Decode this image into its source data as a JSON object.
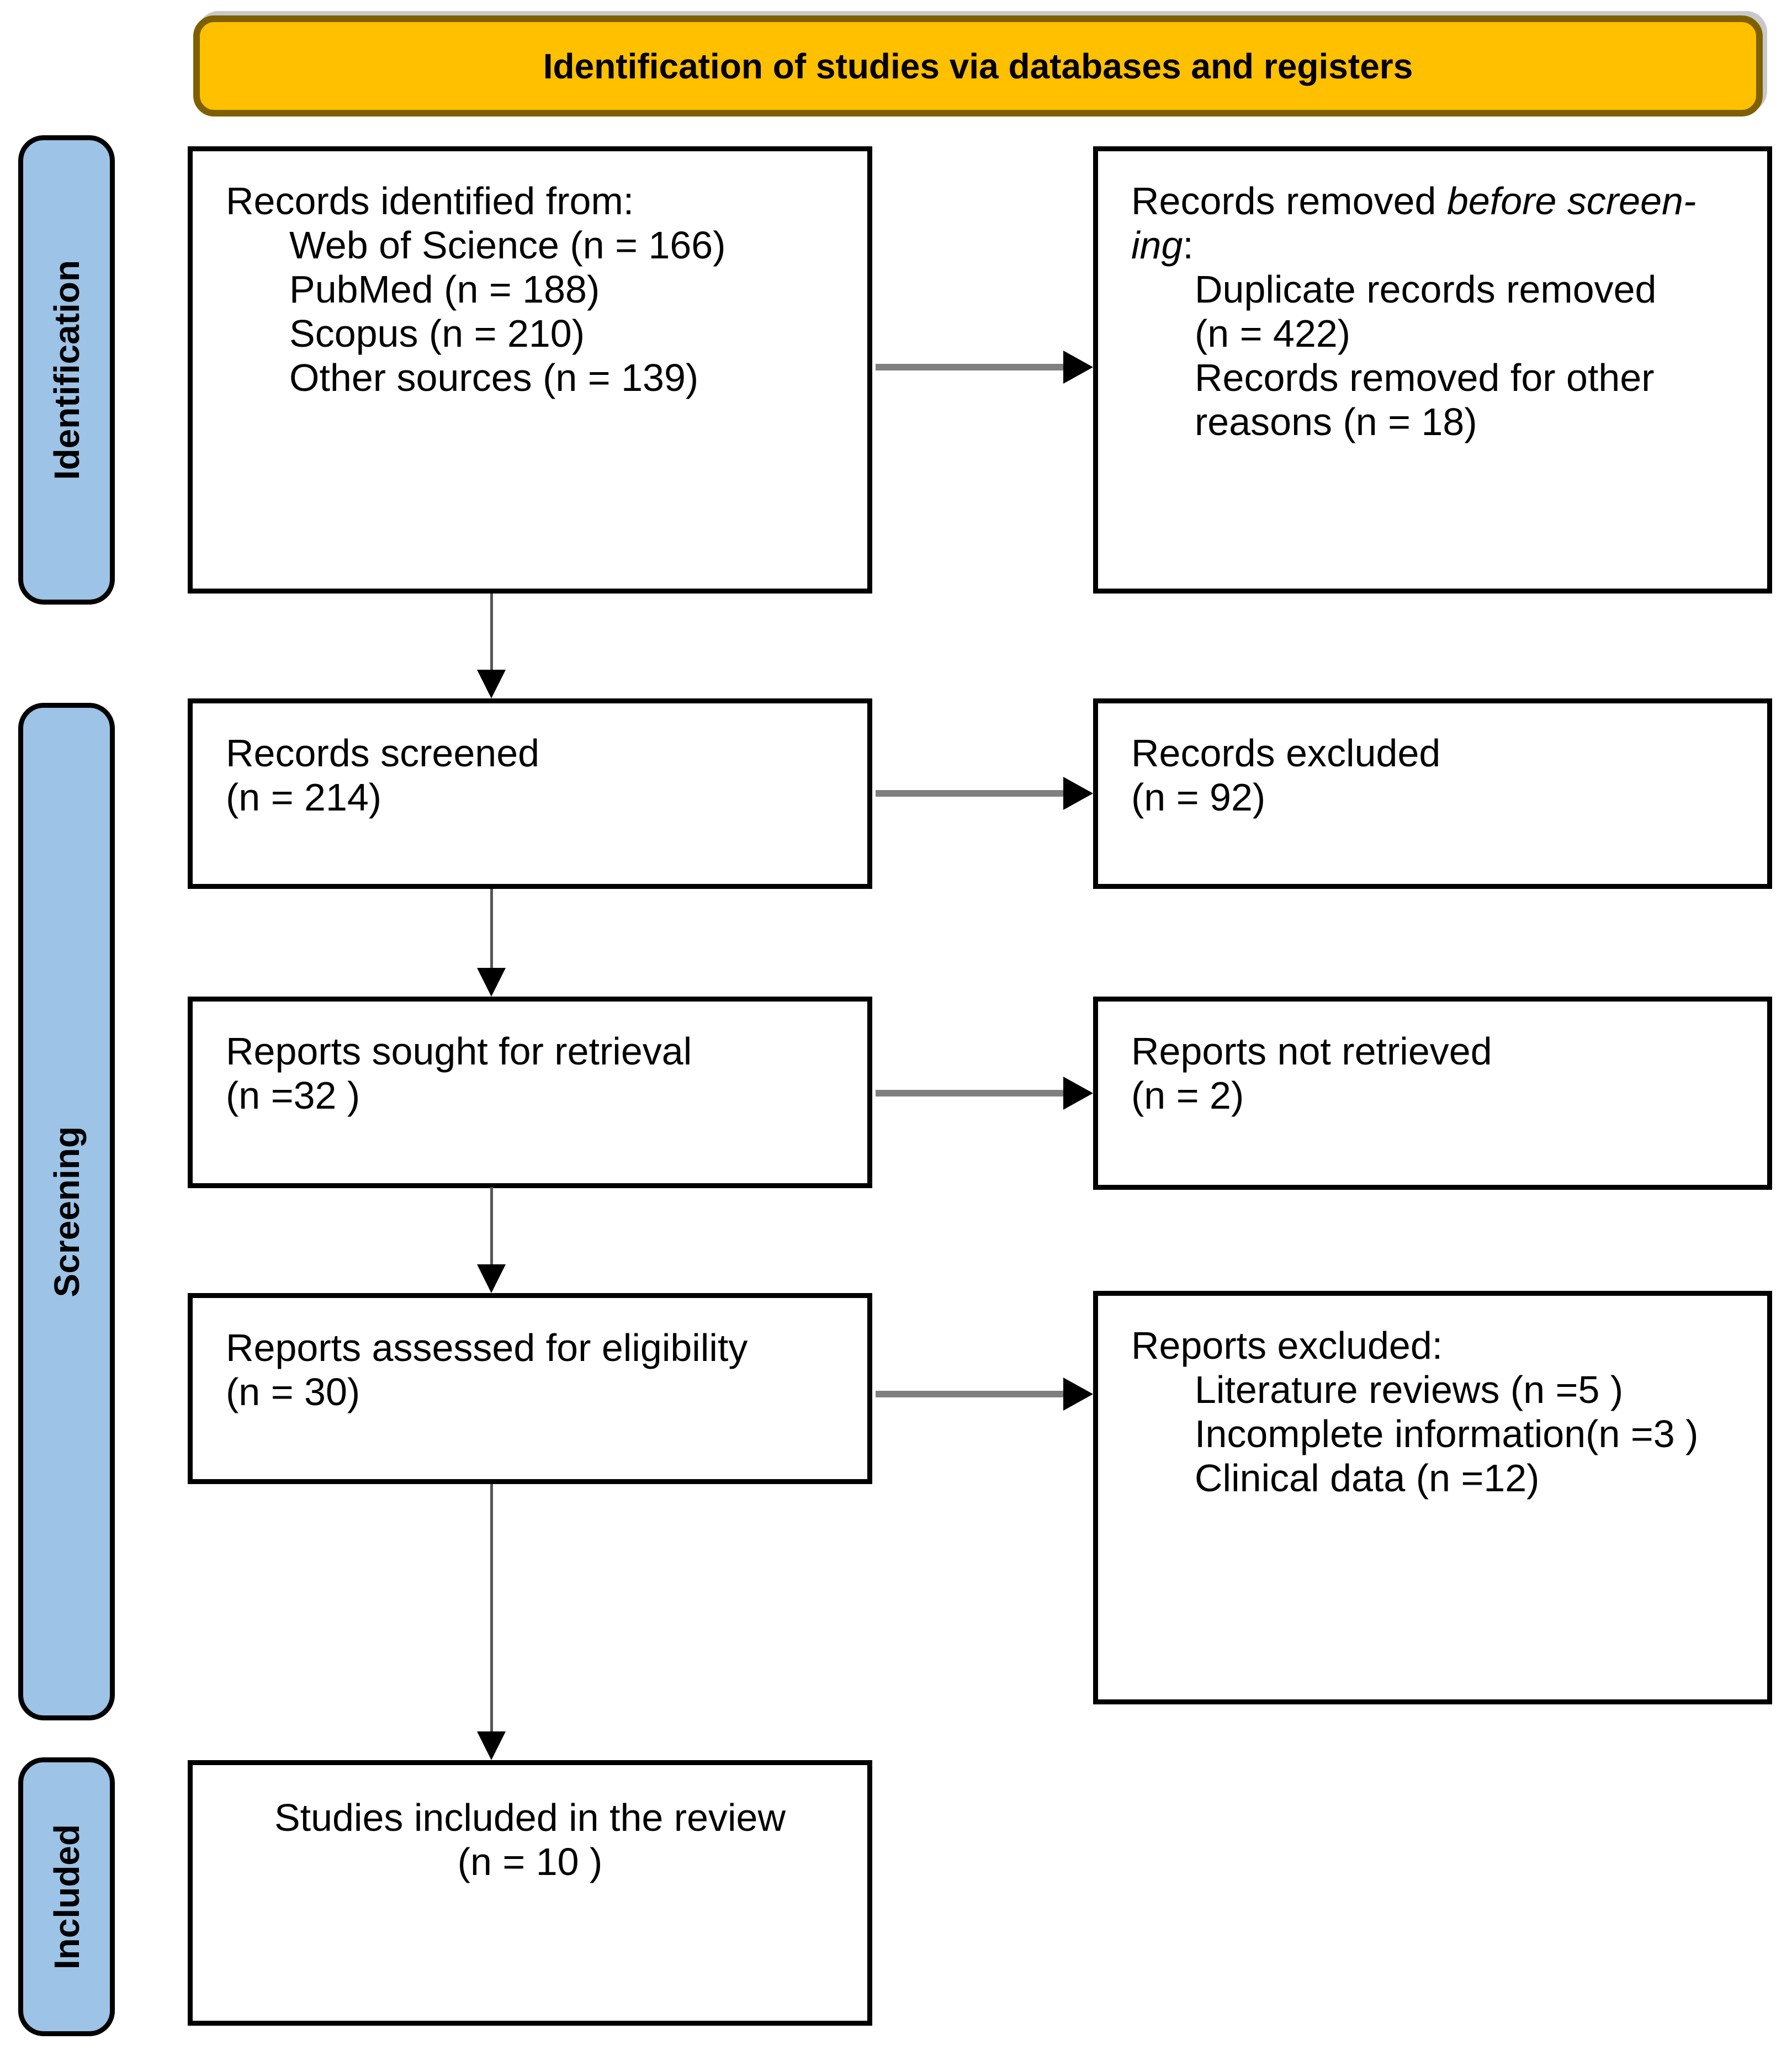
{
  "title": "Identification of studies via databases and registers",
  "colors": {
    "title_fill": "#FFC000",
    "title_border": "#7F6000",
    "stage_fill": "#9DC3E6",
    "box_border": "#000000",
    "arrow_line_gray": "#7F7F7F",
    "arrow_head_black": "#000000"
  },
  "sidebar": {
    "identification": "Identification",
    "screening": "Screening",
    "included": "Included"
  },
  "boxes": {
    "identified": {
      "heading": "Records identified from:",
      "items": [
        "Web of Science (n = 166)",
        "PubMed (n = 188)",
        "Scopus (n = 210)",
        "Other sources (n = 139)"
      ]
    },
    "removed": {
      "lead_normal": "Records removed ",
      "lead_italic_1": "before screen-",
      "lead_italic_2": "ing",
      "lead_suffix": ":",
      "item_lines": [
        "Duplicate records removed",
        "(n = 422)",
        "Records removed for other",
        "reasons (n = 18)"
      ]
    },
    "screened": {
      "line1": "Records screened",
      "line2": "(n = 214)"
    },
    "excluded": {
      "line1": "Records excluded",
      "line2": "(n = 92)"
    },
    "sought": {
      "line1": "Reports sought for retrieval",
      "line2": "(n =32 )"
    },
    "not_retrieved": {
      "line1": "Reports not retrieved",
      "line2": "(n = 2)"
    },
    "assessed": {
      "line1": "Reports assessed for eligibility",
      "line2": "(n = 30)"
    },
    "reports_excluded": {
      "heading": "Reports excluded:",
      "items": [
        "Literature reviews (n =5 )",
        "Incomplete information(n =3 )",
        "Clinical data (n =12)"
      ]
    },
    "included_studies": {
      "line1": "Studies included in the review",
      "line2": "(n = 10 )"
    }
  }
}
